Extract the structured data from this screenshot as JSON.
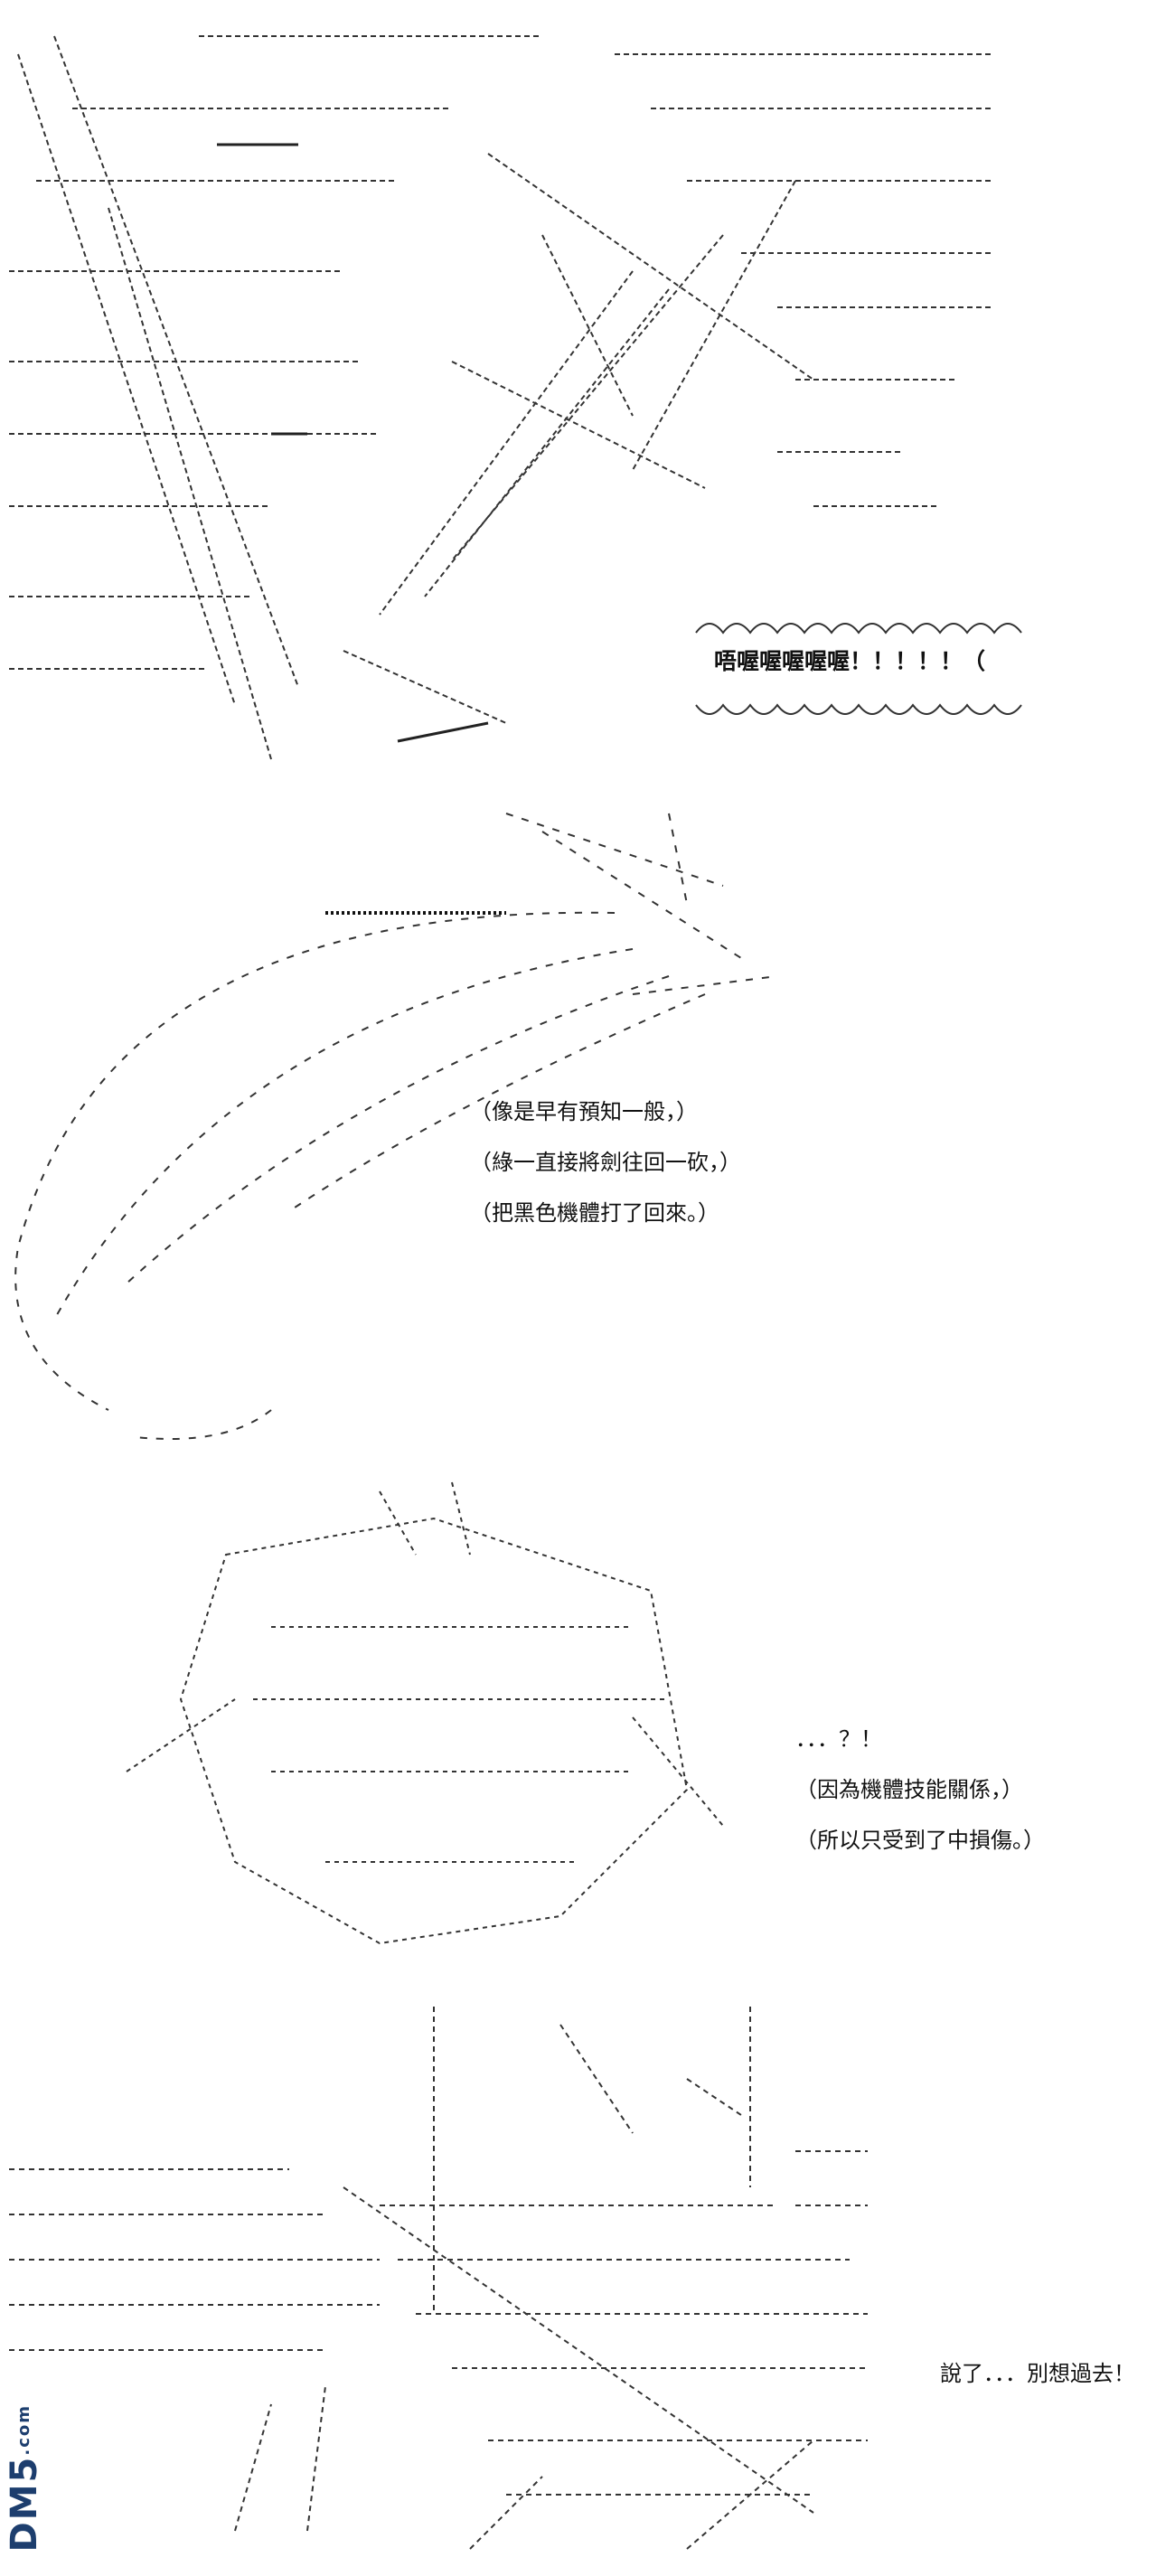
{
  "panels": [
    {
      "id": "panel-1",
      "caption": "唔喔喔喔喔喔！！！！！（"
    },
    {
      "id": "panel-2",
      "captions": [
        "（像是早有預知一般，）",
        "（綠一直接將劍往回一砍，）",
        "（把黑色機體打了回來。）"
      ]
    },
    {
      "id": "panel-3",
      "captions": [
        "．．．？！",
        "（因為機體技能關係，）",
        "（所以只受到了中損傷。）"
      ]
    },
    {
      "id": "panel-4",
      "caption": "說了．．．別想過去！"
    }
  ],
  "watermark": {
    "text": "DM5",
    "sub": ".com"
  },
  "colors": {
    "ink": "#111111",
    "watermark": "#1d3e6e",
    "background": "#ffffff"
  }
}
